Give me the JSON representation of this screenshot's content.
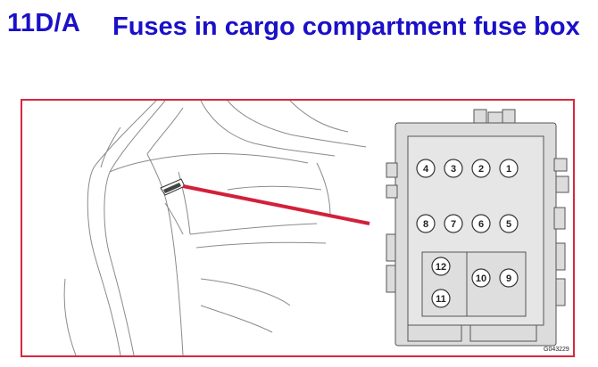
{
  "heading": {
    "section_number": "11D/A",
    "title": "Fuses in cargo compartment fuse box"
  },
  "figure": {
    "code": "G043229",
    "callout_color": "#d2203a",
    "fuses": [
      {
        "id": "fuse-1",
        "label": "1"
      },
      {
        "id": "fuse-2",
        "label": "2"
      },
      {
        "id": "fuse-3",
        "label": "3"
      },
      {
        "id": "fuse-4",
        "label": "4"
      },
      {
        "id": "fuse-5",
        "label": "5"
      },
      {
        "id": "fuse-6",
        "label": "6"
      },
      {
        "id": "fuse-7",
        "label": "7"
      },
      {
        "id": "fuse-8",
        "label": "8"
      },
      {
        "id": "fuse-9",
        "label": "9"
      },
      {
        "id": "fuse-10",
        "label": "10"
      },
      {
        "id": "fuse-11",
        "label": "11"
      },
      {
        "id": "fuse-12",
        "label": "12"
      }
    ]
  }
}
